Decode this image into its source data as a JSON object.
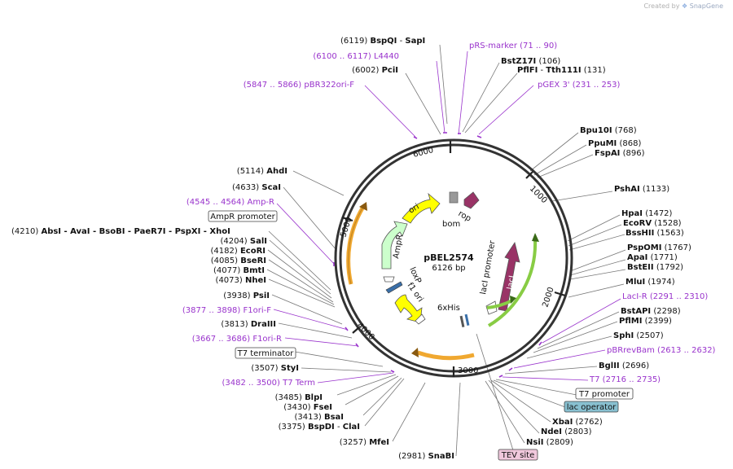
{
  "credit": {
    "prefix": "Created by",
    "brand": "SnapGene"
  },
  "plasmid": {
    "name": "pBEL2574",
    "size": "6126 bp"
  },
  "colors": {
    "enzyme": "#000000",
    "primer": "#9933cc",
    "leader": "#777777",
    "ampR": "#ccffcc",
    "ori": "#ffff00",
    "rop": "#993366",
    "lacI": "#993366",
    "bom": "#999999",
    "T7": "#f0a830",
    "f1ori": "#ffff00",
    "label_box": "#ffffff",
    "lac_operator": "#88c0d0",
    "tev_site": "#f0c8dc"
  },
  "ticks": [
    "1000",
    "2000",
    "3000",
    "4000",
    "5000",
    "6000"
  ],
  "features": {
    "ori": "ori",
    "rop": "rop",
    "bom": "bom",
    "AmpR": "AmpR",
    "loxP": "loxP",
    "f1ori": "f1 ori",
    "lacI": "lacI",
    "lacI_promoter": "lacI promoter",
    "sixhis": "6xHis"
  },
  "right_labels": [
    {
      "name": "BstZ17I",
      "pos": "(106)"
    },
    {
      "name": "PflFI",
      "sep": " - ",
      "name2": "Tth111I",
      "pos": "(131)"
    },
    {
      "name": "Bpu10I",
      "pos": "(768)"
    },
    {
      "name": "PpuMI",
      "pos": "(868)"
    },
    {
      "name": "FspAI",
      "pos": "(896)"
    },
    {
      "name": "PshAI",
      "pos": "(1133)"
    },
    {
      "name": "HpaI",
      "pos": "(1472)"
    },
    {
      "name": "EcoRV",
      "pos": "(1528)"
    },
    {
      "name": "BssHII",
      "pos": "(1563)"
    },
    {
      "name": "PspOMI",
      "pos": "(1767)"
    },
    {
      "name": "ApaI",
      "pos": "(1771)"
    },
    {
      "name": "BstEII",
      "pos": "(1792)"
    },
    {
      "name": "MluI",
      "pos": "(1974)"
    },
    {
      "name": "BstAPI",
      "pos": "(2298)"
    },
    {
      "name": "PflMI",
      "pos": "(2399)"
    },
    {
      "name": "SphI",
      "pos": "(2507)"
    },
    {
      "name": "BglII",
      "pos": "(2696)"
    },
    {
      "name": "XbaI",
      "pos": "(2762)"
    },
    {
      "name": "NdeI",
      "pos": "(2803)"
    },
    {
      "name": "NsiI",
      "pos": "(2809)"
    }
  ],
  "right_primers": [
    {
      "name": "pRS-marker",
      "range": "(71 .. 90)"
    },
    {
      "name": "pGEX 3'",
      "range": "(231 .. 253)"
    },
    {
      "name": "LacI-R",
      "range": "(2291 .. 2310)"
    },
    {
      "name": "pBRrevBam",
      "range": "(2613 .. 2632)"
    },
    {
      "name": "T7",
      "range": "(2716 .. 2735)"
    }
  ],
  "right_boxes": {
    "t7_promoter": "T7 promoter",
    "lac_operator": "lac operator"
  },
  "left_labels": [
    {
      "pos": "(6119)",
      "name": "BspQI",
      "sep": " - ",
      "name2": "SapI"
    },
    {
      "pos": "(6002)",
      "name": "PciI"
    },
    {
      "pos": "(5114)",
      "name": "AhdI"
    },
    {
      "pos": "(4633)",
      "name": "ScaI"
    },
    {
      "pos": "(4210)",
      "name": "AbsI",
      "extra": " - AvaI  - BsoBI  - PaeR7I  - PspXI  - XhoI"
    },
    {
      "pos": "(4204)",
      "name": "SalI"
    },
    {
      "pos": "(4182)",
      "name": "EcoRI"
    },
    {
      "pos": "(4085)",
      "name": "BseRI"
    },
    {
      "pos": "(4077)",
      "name": "BmtI"
    },
    {
      "pos": "(4073)",
      "name": "NheI"
    },
    {
      "pos": "(3938)",
      "name": "PsiI"
    },
    {
      "pos": "(3813)",
      "name": "DraIII"
    },
    {
      "pos": "(3507)",
      "name": "StyI"
    },
    {
      "pos": "(3485)",
      "name": "BlpI"
    },
    {
      "pos": "(3430)",
      "name": "FseI"
    },
    {
      "pos": "(3413)",
      "name": "BsaI"
    },
    {
      "pos": "(3375)",
      "name": "BspDI",
      "sep": " - ",
      "name2": "ClaI"
    },
    {
      "pos": "(3257)",
      "name": "MfeI"
    },
    {
      "pos": "(2981)",
      "name": "SnaBI"
    }
  ],
  "left_primers": [
    {
      "range": "(6100 .. 6117)",
      "name": "L4440"
    },
    {
      "range": "(5847 .. 5866)",
      "name": "pBR322ori-F"
    },
    {
      "range": "(4545 .. 4564)",
      "name": "Amp-R"
    },
    {
      "range": "(3877 .. 3898)",
      "name": "F1ori-F"
    },
    {
      "range": "(3667 .. 3686)",
      "name": "F1ori-R"
    },
    {
      "range": "(3482 .. 3500)",
      "name": "T7 Term"
    }
  ],
  "left_boxes": {
    "ampr_promoter": "AmpR promoter",
    "t7_terminator": "T7 terminator"
  },
  "bottom_box": {
    "tev_site": "TEV site"
  }
}
